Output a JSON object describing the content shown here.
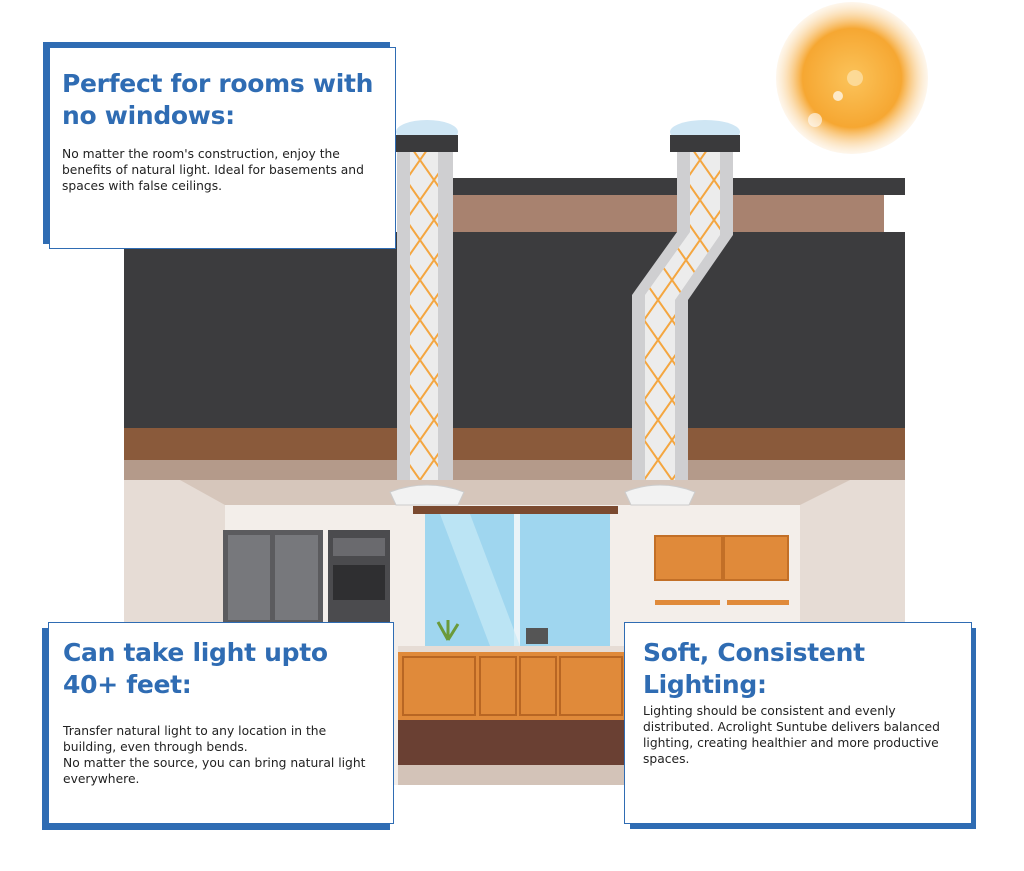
{
  "cards": [
    {
      "title": "Perfect for rooms with no windows:",
      "body": "No matter the room's construction, enjoy the benefits of natural light. Ideal for basements and spaces with false ceilings."
    },
    {
      "title": "Can take light upto 40+ feet:",
      "body": "Transfer natural light to any location in the building, even through bends.",
      "body2": "No matter the source, you can bring natural light everywhere."
    },
    {
      "title": "Soft, Consistent Lighting:",
      "body": "Lighting should be consistent and evenly distributed. Acrolight Suntube delivers balanced lighting, creating healthier and more productive spaces."
    }
  ],
  "colors": {
    "accent": "#2f6cb3",
    "roof": "#3c3c3e",
    "wood": "#8a5a3b",
    "cabinet": "#e08a3a",
    "sun": "#f7a531"
  }
}
